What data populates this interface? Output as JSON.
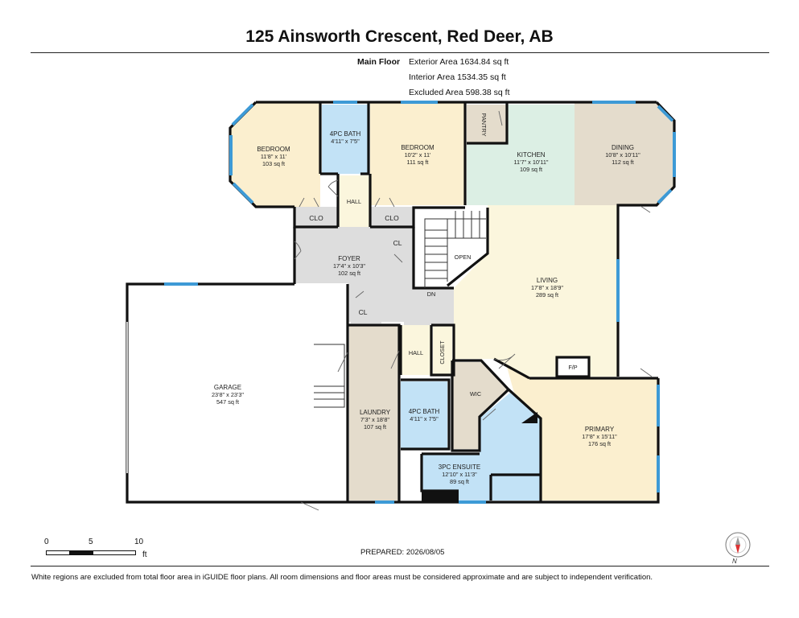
{
  "header": {
    "title": "125 Ainsworth Crescent, Red Deer, AB"
  },
  "areas": {
    "floor_label": "Main Floor",
    "exterior": "Exterior Area 1634.84 sq ft",
    "interior": "Interior Area 1534.35 sq ft",
    "excluded": "Excluded Area 598.38 sq ft"
  },
  "rooms": {
    "bedroom1": {
      "name": "BEDROOM",
      "dims": "11'8\" x 11'",
      "area": "103 sq ft"
    },
    "bath_top": {
      "name": "4PC BATH",
      "dims": "4'11\" x 7'5\""
    },
    "bedroom2": {
      "name": "BEDROOM",
      "dims": "10'2\" x 11'",
      "area": "111 sq ft"
    },
    "pantry": {
      "name": "PANTRY"
    },
    "kitchen": {
      "name": "KITCHEN",
      "dims": "11'7\" x 10'11\"",
      "area": "109 sq ft"
    },
    "dining": {
      "name": "DINING",
      "dims": "10'8\" x 10'11\"",
      "area": "112 sq ft"
    },
    "hall_top": {
      "name": "HALL"
    },
    "clo_left": {
      "name": "CLO"
    },
    "clo_right": {
      "name": "CLO"
    },
    "cl_foyer": {
      "name": "CL"
    },
    "open": {
      "name": "OPEN"
    },
    "foyer": {
      "name": "FOYER",
      "dims": "17'4\" x 10'3\"",
      "area": "102 sq ft"
    },
    "living": {
      "name": "LIVING",
      "dims": "17'8\" x 18'9\"",
      "area": "289 sq ft"
    },
    "dn": {
      "name": "DN"
    },
    "cl_low": {
      "name": "CL"
    },
    "garage": {
      "name": "GARAGE",
      "dims": "23'8\" x 23'3\"",
      "area": "547 sq ft"
    },
    "hall_low": {
      "name": "HALL"
    },
    "closet": {
      "name": "CLOSET"
    },
    "fp": {
      "name": "F/P"
    },
    "laundry": {
      "name": "LAUNDRY",
      "dims": "7'3\" x 18'8\"",
      "area": "107 sq ft"
    },
    "bath_low": {
      "name": "4PC BATH",
      "dims": "4'11\" x 7'5\""
    },
    "wic": {
      "name": "WIC"
    },
    "primary": {
      "name": "PRIMARY",
      "dims": "17'8\" x 15'11\"",
      "area": "176 sq ft"
    },
    "ensuite": {
      "name": "3PC ENSUITE",
      "dims": "12'10\" x 11'3\"",
      "area": "89 sq ft"
    }
  },
  "colors": {
    "bedroom": "#fbefcf",
    "bath": "#c2e2f6",
    "kitchen": "#dcefe4",
    "dining": "#e4dccc",
    "foyer": "#dddddd",
    "living": "#fbf6dd",
    "laundry": "#e4dccc",
    "hall": "#fbf6dd",
    "window": "#3d9ad6",
    "wall": "#111111"
  },
  "scale": {
    "t0": "0",
    "t5": "5",
    "t10": "10",
    "unit": "ft"
  },
  "prepared": "PREPARED: 2026/08/05",
  "compass": {
    "label": "N"
  },
  "footer": "White regions are excluded from total floor area in iGUIDE floor plans. All room dimensions and floor areas must be considered approximate and are subject to independent verification."
}
